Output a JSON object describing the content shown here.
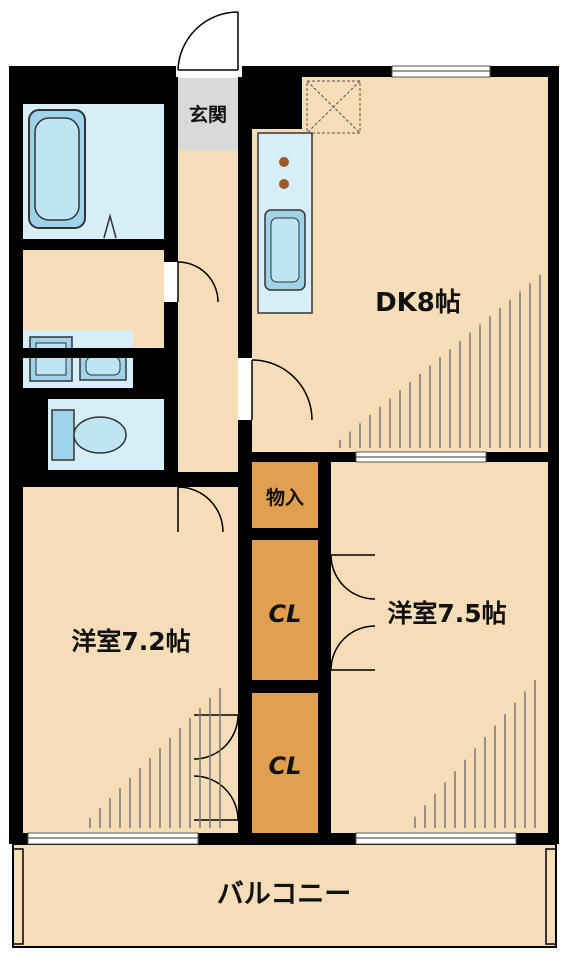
{
  "rooms": {
    "entrance": "玄関",
    "dk": "DK8帖",
    "western_left": "洋室7.2帖",
    "western_right": "洋室7.5帖",
    "storage": "物入",
    "closet_upper": "CL",
    "closet_lower": "CL",
    "balcony": "バルコニー"
  },
  "colors": {
    "wall": "#000000",
    "room_floor": "#f5ddb8",
    "wet_area": "#d6eef8",
    "fixture": "#9fd3ea",
    "closet": "#e0a050",
    "entrance_floor": "#d9d9d9",
    "stove_burner": "#9a5a2a",
    "window": "#cfcfcf"
  }
}
